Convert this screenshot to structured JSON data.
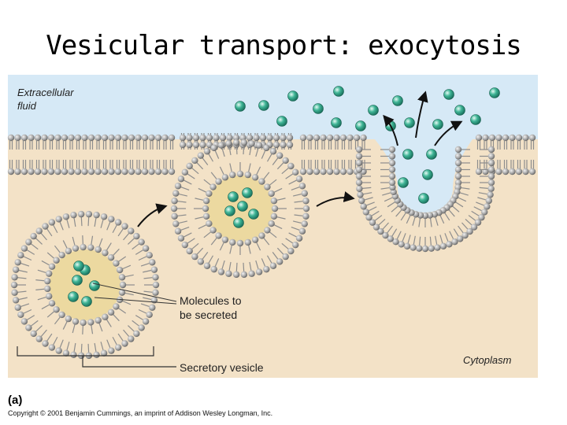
{
  "title": "Vesicular transport: exocytosis",
  "labels": {
    "extracellular_line1": "Extracellular",
    "extracellular_line2": "fluid",
    "molecules_line1": "Molecules to",
    "molecules_line2": "be secreted",
    "secretory_vesicle": "Secretory vesicle",
    "cytoplasm": "Cytoplasm"
  },
  "figure_letter": "(a)",
  "copyright": "Copyright © 2001 Benjamin Cummings, an imprint of Addison Wesley Longman, Inc.",
  "colors": {
    "extracellular": "#d6e9f6",
    "cytoplasm": "#f3e2c7",
    "vesicle_lumen": "#ecd9a0",
    "lipid_head": "#9a9a9a",
    "molecule": "#2e9e84"
  }
}
